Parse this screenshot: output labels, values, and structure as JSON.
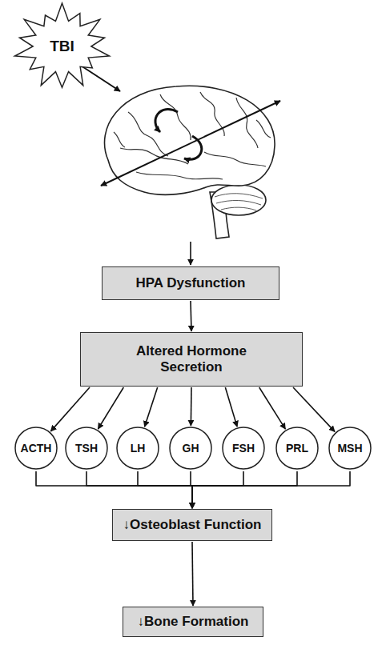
{
  "diagram": {
    "nodes": [
      {
        "text": [
          "TBI"
        ]
      },
      {
        "text": [
          "HPA Dysfunction"
        ]
      },
      {
        "text": [
          "Altered Hormone Secretion"
        ]
      },
      {
        "text": [
          "ACTH"
        ]
      },
      {
        "text": [
          "TSH"
        ]
      },
      {
        "text": [
          "LH"
        ]
      },
      {
        "text": [
          "GH"
        ]
      },
      {
        "text": [
          "FSH"
        ]
      },
      {
        "text": [
          "PRL"
        ]
      },
      {
        "text": [
          "MSH"
        ]
      },
      {
        "text": [
          "↓Osteoblast Function"
        ]
      },
      {
        "text": [
          "↓Bone Formation"
        ]
      }
    ],
    "edges": [
      {
        "from": 1,
        "to": 2,
        "arrow": "to"
      },
      {
        "from": 2,
        "to": 3,
        "arrow": "to"
      },
      {
        "from": 2,
        "to": 4,
        "arrow": "to"
      },
      {
        "from": 2,
        "to": 5,
        "arrow": "to"
      },
      {
        "from": 2,
        "to": 6,
        "arrow": "to"
      },
      {
        "from": 2,
        "to": 7,
        "arrow": "to"
      },
      {
        "from": 2,
        "to": 8,
        "arrow": "to"
      },
      {
        "from": 2,
        "to": 9,
        "arrow": "to"
      },
      {
        "from": 3,
        "to": 10,
        "arrow": "to"
      },
      {
        "from": 4,
        "to": 10,
        "arrow": "to"
      },
      {
        "from": 5,
        "to": 10,
        "arrow": "to"
      },
      {
        "from": 6,
        "to": 10,
        "arrow": "to"
      },
      {
        "from": 7,
        "to": 10,
        "arrow": "to"
      },
      {
        "from": 8,
        "to": 10,
        "arrow": "to"
      },
      {
        "from": 9,
        "to": 10,
        "arrow": "to"
      },
      {
        "from": 10,
        "to": 11,
        "arrow": "to"
      }
    ]
  }
}
